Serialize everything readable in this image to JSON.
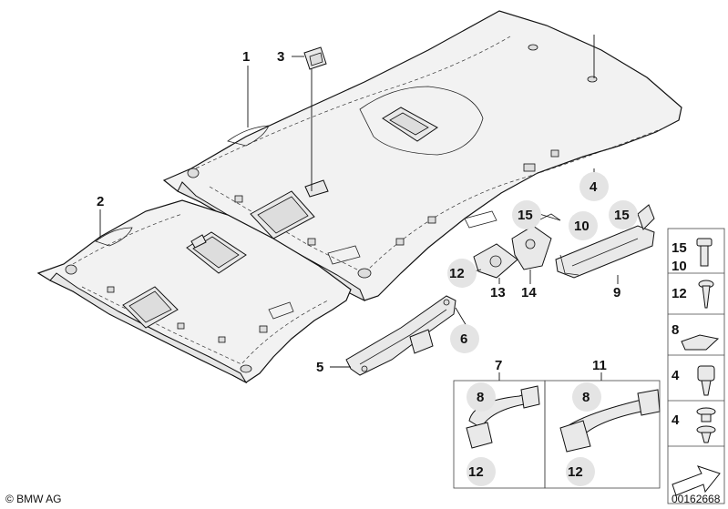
{
  "callouts": {
    "c1": "1",
    "c2": "2",
    "c3": "3",
    "c4": "4",
    "c5": "5",
    "c6": "6",
    "c7": "7",
    "c8a": "8",
    "c8b": "8",
    "c9": "9",
    "c10": "10",
    "c11": "11",
    "c12a": "12",
    "c12b": "12",
    "c12c": "12",
    "c13": "13",
    "c14": "14",
    "c15a": "15",
    "c15b": "15"
  },
  "legend": {
    "row1_a": "15",
    "row1_b": "10",
    "row2": "12",
    "row3": "8",
    "row4": "4",
    "row5": "4"
  },
  "footer": {
    "copyright": "© BMW AG",
    "diagram_number": "00162668"
  }
}
